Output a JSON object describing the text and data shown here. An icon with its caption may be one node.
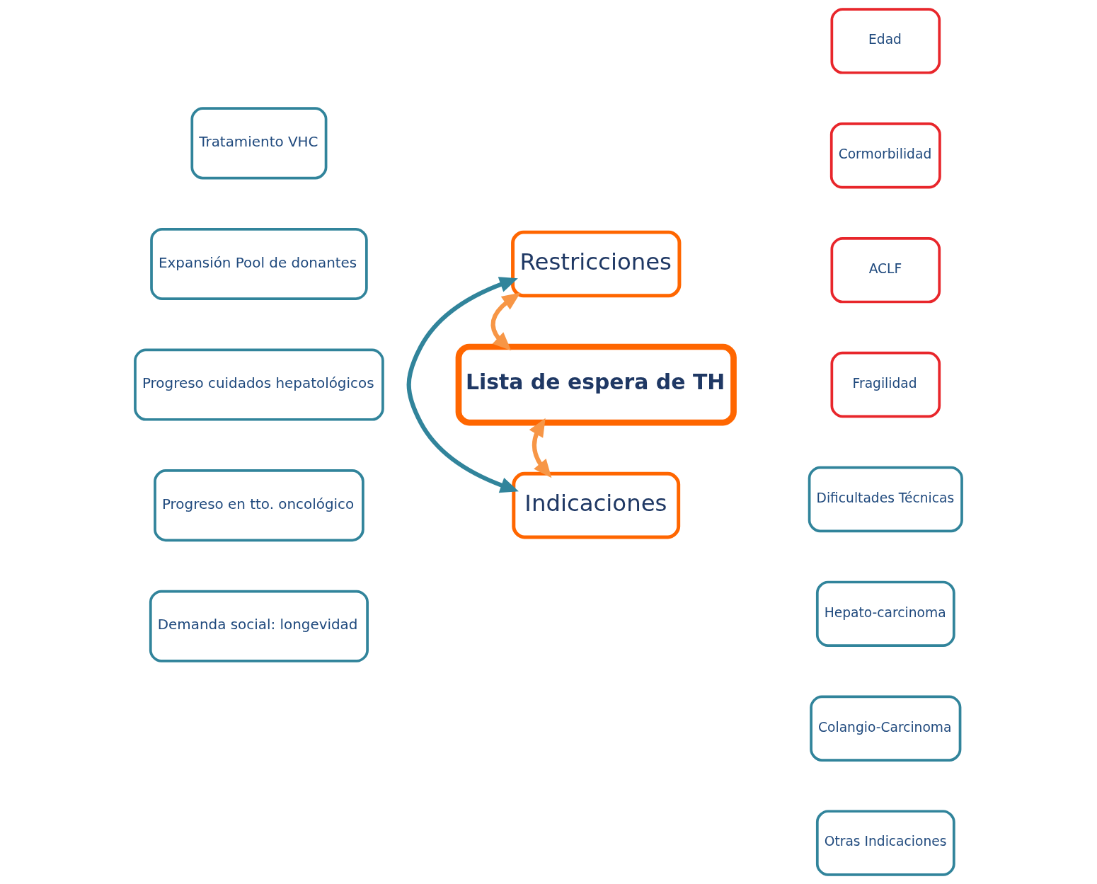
{
  "diagram": {
    "nodes": [
      {
        "text": [
          "Tratamiento VHC"
        ]
      },
      {
        "text": [
          "Expansión Pool de donantes"
        ]
      },
      {
        "text": [
          "Progreso cuidados hepatológicos"
        ]
      },
      {
        "text": [
          "Progreso en tto. oncológico"
        ]
      },
      {
        "text": [
          "Demanda social: longevidad"
        ]
      },
      {
        "text": [
          "Lista de espera de TH"
        ]
      },
      {
        "text": [
          "Restricciones"
        ]
      },
      {
        "text": [
          "Indicaciones"
        ]
      },
      {
        "text": [
          "Edad"
        ]
      },
      {
        "text": [
          "Cormorbilidad"
        ]
      },
      {
        "text": [
          "ACLF"
        ]
      },
      {
        "text": [
          "Fragilidad"
        ]
      },
      {
        "text": [
          "Dificultades Técnicas"
        ]
      },
      {
        "text": [
          "Hepato-carcinoma"
        ]
      },
      {
        "text": [
          "Colangio-Carcinoma"
        ]
      },
      {
        "text": [
          "Otras Indicaciones"
        ]
      }
    ],
    "edges": [
      {
        "from": 5,
        "to": 6,
        "arrow": "both"
      },
      {
        "from": 6,
        "to": 7,
        "arrow": "both",
        "color": "#31849b"
      },
      {
        "from": 5,
        "to": 7,
        "arrow": "both"
      }
    ]
  }
}
